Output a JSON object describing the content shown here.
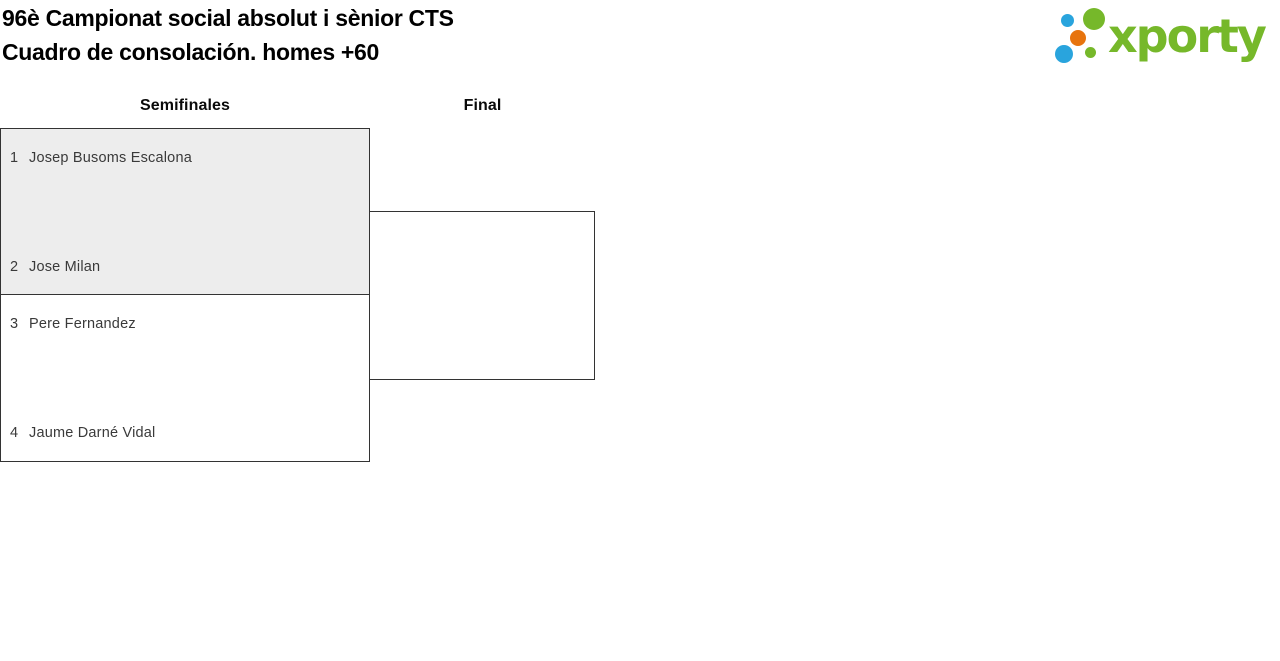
{
  "header": {
    "title_line1": "96è Campionat social absolut i sènior CTS",
    "title_line2": "Cuadro de consolación. homes +60"
  },
  "logo": {
    "text": "xporty",
    "icon": "dot-cluster",
    "colors": {
      "green": "#76b82a",
      "blue": "#29a4dd",
      "orange": "#e7740e"
    }
  },
  "bracket": {
    "rounds": [
      {
        "label": "Semifinales"
      },
      {
        "label": "Final"
      }
    ],
    "matches": [
      {
        "round": "Semifinales",
        "highlighted": true,
        "players": [
          {
            "seed": "1",
            "name": "Josep Busoms Escalona"
          },
          {
            "seed": "2",
            "name": "Jose Milan"
          }
        ]
      },
      {
        "round": "Semifinales",
        "highlighted": false,
        "players": [
          {
            "seed": "3",
            "name": "Pere Fernandez"
          },
          {
            "seed": "4",
            "name": "Jaume Darné Vidal"
          }
        ]
      },
      {
        "round": "Final",
        "highlighted": false,
        "players": []
      }
    ],
    "colors": {
      "highlight_bg": "#ededed",
      "border": "#333333",
      "player_text": "#3a3a3a"
    }
  }
}
